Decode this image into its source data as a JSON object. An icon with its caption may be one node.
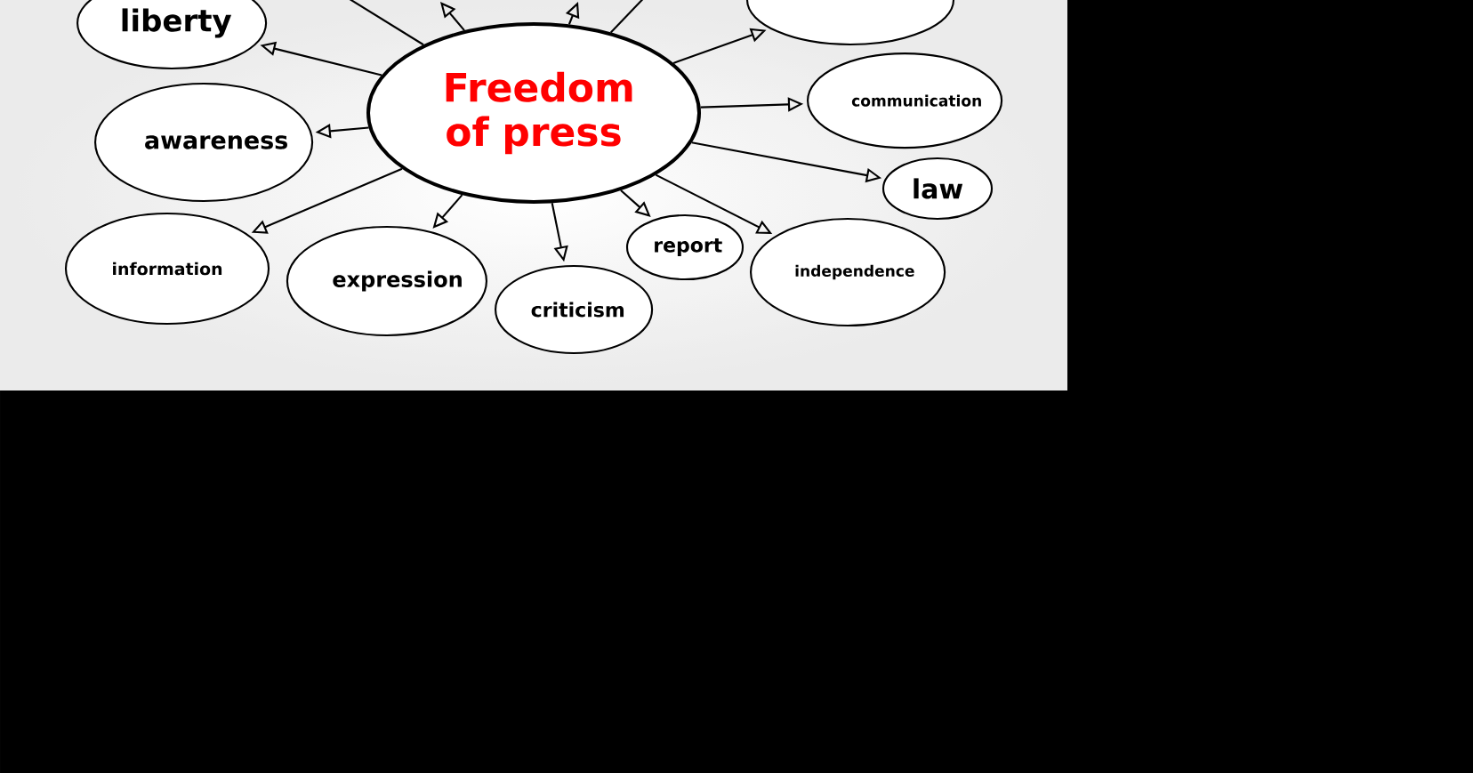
{
  "diagram": {
    "nodes": [
      {
        "text": [
          "Freedom of press"
        ]
      },
      {
        "text": [
          "liberty"
        ]
      },
      {
        "text": [],
        "shape": "circle"
      },
      {
        "text": [
          "communication"
        ]
      },
      {
        "text": [
          "awareness"
        ]
      },
      {
        "text": [
          "law"
        ]
      },
      {
        "text": [
          "information"
        ]
      },
      {
        "text": [
          "expression"
        ]
      },
      {
        "text": [
          "criticism"
        ]
      },
      {
        "text": [
          "report"
        ]
      },
      {
        "text": [
          "independence"
        ]
      }
    ],
    "edges": [
      {
        "from": 0,
        "to": 1,
        "arrow": "to"
      },
      {
        "from": 0,
        "to": null,
        "arrow": "none"
      },
      {
        "from": 0,
        "to": null,
        "arrow": "to"
      },
      {
        "from": 0,
        "to": null,
        "arrow": "to"
      },
      {
        "from": 0,
        "to": null,
        "arrow": "none"
      },
      {
        "from": 0,
        "to": 2,
        "arrow": "to"
      },
      {
        "from": 0,
        "to": 3,
        "arrow": "to"
      },
      {
        "from": 0,
        "to": 4,
        "arrow": "to"
      },
      {
        "from": 0,
        "to": 5,
        "arrow": "to"
      },
      {
        "from": 0,
        "to": 6,
        "arrow": "to"
      },
      {
        "from": 0,
        "to": 7,
        "arrow": "to"
      },
      {
        "from": 0,
        "to": 8,
        "arrow": "to"
      },
      {
        "from": 0,
        "to": 9,
        "arrow": "to"
      },
      {
        "from": 0,
        "to": 10,
        "arrow": "to"
      }
    ]
  }
}
